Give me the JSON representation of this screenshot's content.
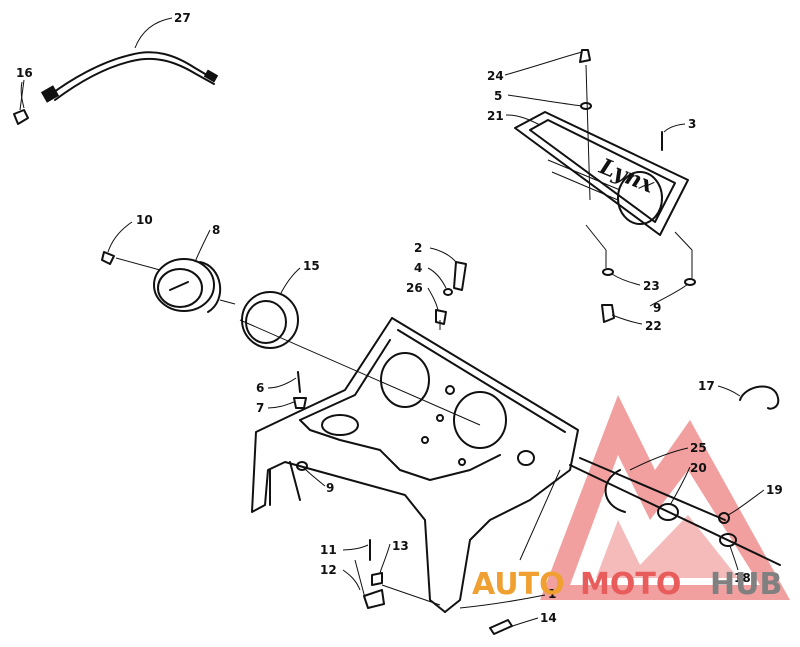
{
  "diagram": {
    "callouts": [
      {
        "id": "c27",
        "text": "27"
      },
      {
        "id": "c16",
        "text": "16"
      },
      {
        "id": "c24",
        "text": "24"
      },
      {
        "id": "c5",
        "text": "5"
      },
      {
        "id": "c21",
        "text": "21"
      },
      {
        "id": "c3",
        "text": "3"
      },
      {
        "id": "c10",
        "text": "10"
      },
      {
        "id": "c8",
        "text": "8"
      },
      {
        "id": "c15",
        "text": "15"
      },
      {
        "id": "c2",
        "text": "2"
      },
      {
        "id": "c4",
        "text": "4"
      },
      {
        "id": "c26",
        "text": "26"
      },
      {
        "id": "c23",
        "text": "23"
      },
      {
        "id": "c9a",
        "text": "9"
      },
      {
        "id": "c22",
        "text": "22"
      },
      {
        "id": "c6",
        "text": "6"
      },
      {
        "id": "c7",
        "text": "7"
      },
      {
        "id": "c17",
        "text": "17"
      },
      {
        "id": "c25",
        "text": "25"
      },
      {
        "id": "c20",
        "text": "20"
      },
      {
        "id": "c9b",
        "text": "9"
      },
      {
        "id": "c19",
        "text": "19"
      },
      {
        "id": "c11",
        "text": "11"
      },
      {
        "id": "c13",
        "text": "13"
      },
      {
        "id": "c12",
        "text": "12"
      },
      {
        "id": "c18",
        "text": "18"
      },
      {
        "id": "c1",
        "text": "1"
      },
      {
        "id": "c14",
        "text": "14"
      }
    ],
    "bezel_logo": "Lynx"
  },
  "watermark": {
    "part1": "AUTO",
    "part2": "MOTO",
    "part3": "HUB",
    "color_primary": "#f0a030",
    "color_secondary": "#e85c5c",
    "color_dark": "#808080"
  }
}
